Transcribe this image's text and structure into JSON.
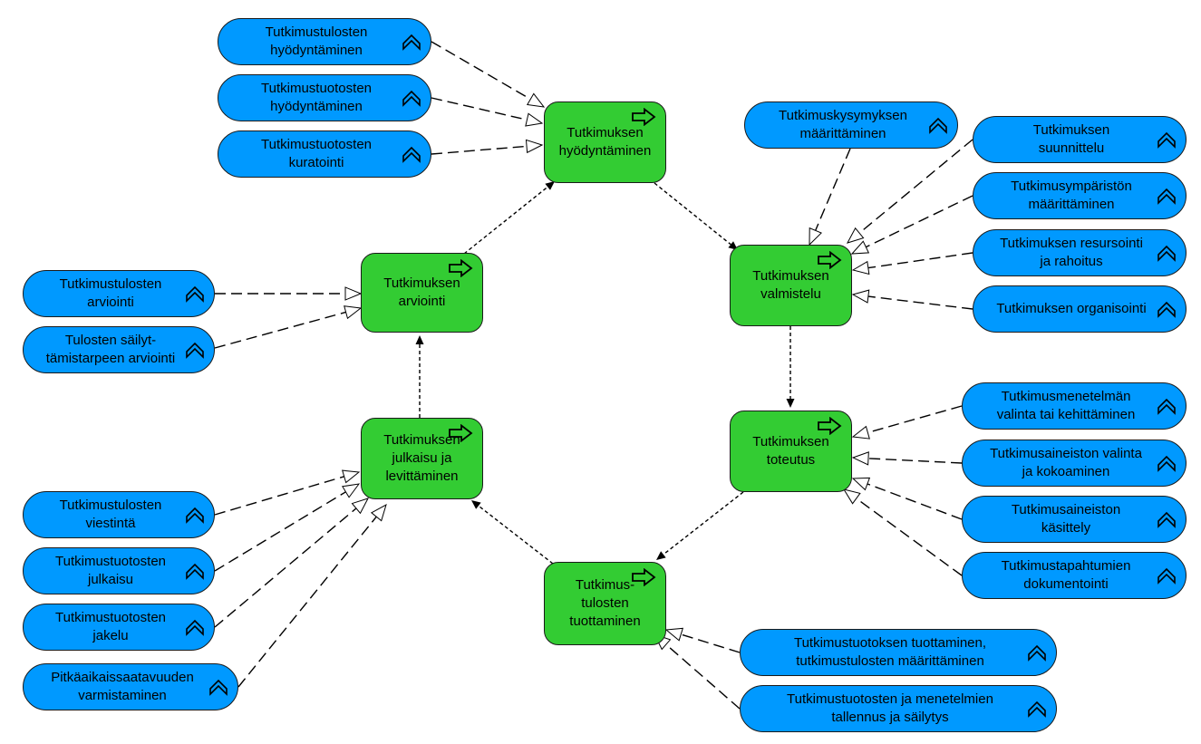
{
  "colors": {
    "process": "#33cc33",
    "function": "#0099ff",
    "border": "#1a1a1a",
    "line": "#000000"
  },
  "processes": [
    {
      "id": "hyodyntaminen",
      "label": "Tutkimuksen\nhyödyntäminen",
      "icon": "process-arrow-icon"
    },
    {
      "id": "valmistelu",
      "label": "Tutkimuksen\nvalmistelu",
      "icon": "process-arrow-icon"
    },
    {
      "id": "toteutus",
      "label": "Tutkimuksen\ntoteutus",
      "icon": "process-arrow-icon"
    },
    {
      "id": "tuottaminen",
      "label": "Tutkimus-\ntulosten\ntuottaminen",
      "icon": "process-arrow-icon"
    },
    {
      "id": "julkaisu",
      "label": "Tutkimuksen\njulkaisu ja\nlevittäminen",
      "icon": "process-arrow-icon"
    },
    {
      "id": "arviointi",
      "label": "Tutkimuksen\narviointi",
      "icon": "process-arrow-icon"
    }
  ],
  "functions": [
    {
      "id": "f1",
      "label": "Tutkimustulosten\nhyödyntäminen",
      "icon": "function-chevron-icon"
    },
    {
      "id": "f2",
      "label": "Tutkimustuotosten\nhyödyntäminen",
      "icon": "function-chevron-icon"
    },
    {
      "id": "f3",
      "label": "Tutkimustuotosten\nkuratointi",
      "icon": "function-chevron-icon"
    },
    {
      "id": "f4",
      "label": "Tutkimuskysymyksen\nmäärittäminen",
      "icon": "function-chevron-icon"
    },
    {
      "id": "f5",
      "label": "Tutkimuksen\nsuunnittelu",
      "icon": "function-chevron-icon"
    },
    {
      "id": "f6",
      "label": "Tutkimusympäristön\nmäärittäminen",
      "icon": "function-chevron-icon"
    },
    {
      "id": "f7",
      "label": "Tutkimuksen resursointi\nja rahoitus",
      "icon": "function-chevron-icon"
    },
    {
      "id": "f8",
      "label": "Tutkimuksen organisointi",
      "icon": "function-chevron-icon"
    },
    {
      "id": "f9",
      "label": "Tutkimusmenetelmän\nvalinta tai kehittäminen",
      "icon": "function-chevron-icon"
    },
    {
      "id": "f10",
      "label": "Tutkimusaineiston valinta\nja kokoaminen",
      "icon": "function-chevron-icon"
    },
    {
      "id": "f11",
      "label": "Tutkimusaineiston\nkäsittely",
      "icon": "function-chevron-icon"
    },
    {
      "id": "f12",
      "label": "Tutkimustapahtumien\ndokumentointi",
      "icon": "function-chevron-icon"
    },
    {
      "id": "f13",
      "label": "Tutkimustuotoksen tuottaminen,\ntutkimustulosten määrittäminen",
      "icon": "function-chevron-icon"
    },
    {
      "id": "f14",
      "label": "Tutkimustuotosten ja menetelmien\ntallennus ja säilytys",
      "icon": "function-chevron-icon"
    },
    {
      "id": "f15",
      "label": "Tutkimustulosten\nviestintä",
      "icon": "function-chevron-icon"
    },
    {
      "id": "f16",
      "label": "Tutkimustuotosten\njulkaisu",
      "icon": "function-chevron-icon"
    },
    {
      "id": "f17",
      "label": "Tutkimustuotosten\njakelu",
      "icon": "function-chevron-icon"
    },
    {
      "id": "f18",
      "label": "Pitkäaikaissaatavuuden\nvarmistaminen",
      "icon": "function-chevron-icon"
    },
    {
      "id": "f19",
      "label": "Tutkimustulosten\narviointi",
      "icon": "function-chevron-icon"
    },
    {
      "id": "f20",
      "label": "Tulosten säilyt-\ntämistarpeen arviointi",
      "icon": "function-chevron-icon"
    }
  ],
  "flows": [
    {
      "from": "hyodyntaminen",
      "to": "valmistelu"
    },
    {
      "from": "valmistelu",
      "to": "toteutus"
    },
    {
      "from": "toteutus",
      "to": "tuottaminen"
    },
    {
      "from": "tuottaminen",
      "to": "julkaisu"
    },
    {
      "from": "julkaisu",
      "to": "arviointi"
    },
    {
      "from": "arviointi",
      "to": "hyodyntaminen"
    }
  ],
  "compositions": [
    {
      "from": "f1",
      "to": "hyodyntaminen"
    },
    {
      "from": "f2",
      "to": "hyodyntaminen"
    },
    {
      "from": "f3",
      "to": "hyodyntaminen"
    },
    {
      "from": "f4",
      "to": "valmistelu"
    },
    {
      "from": "f5",
      "to": "valmistelu"
    },
    {
      "from": "f6",
      "to": "valmistelu"
    },
    {
      "from": "f7",
      "to": "valmistelu"
    },
    {
      "from": "f8",
      "to": "valmistelu"
    },
    {
      "from": "f9",
      "to": "toteutus"
    },
    {
      "from": "f10",
      "to": "toteutus"
    },
    {
      "from": "f11",
      "to": "toteutus"
    },
    {
      "from": "f12",
      "to": "toteutus"
    },
    {
      "from": "f13",
      "to": "tuottaminen"
    },
    {
      "from": "f14",
      "to": "tuottaminen"
    },
    {
      "from": "f15",
      "to": "julkaisu"
    },
    {
      "from": "f16",
      "to": "julkaisu"
    },
    {
      "from": "f17",
      "to": "julkaisu"
    },
    {
      "from": "f18",
      "to": "julkaisu"
    },
    {
      "from": "f19",
      "to": "arviointi"
    },
    {
      "from": "f20",
      "to": "arviointi"
    }
  ]
}
